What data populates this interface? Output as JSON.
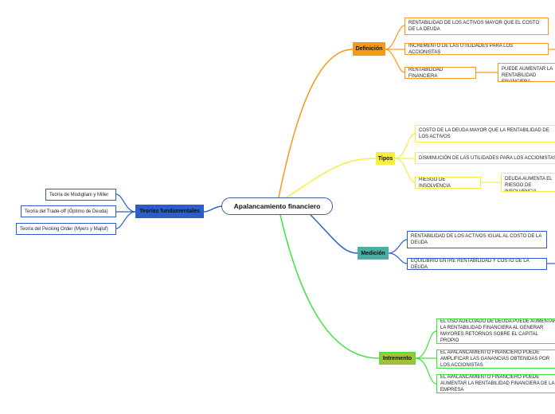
{
  "center": {
    "label": "Apalancamiento financiero"
  },
  "colors": {
    "orange": "#f39a1d",
    "yellow": "#f7ee43",
    "teal": "#47b0a2",
    "green": "#3de23d",
    "blue": "#2c5dc9",
    "olive": "#9ec336"
  },
  "branches": {
    "definicion": {
      "label": "Definición",
      "items": [
        "RENTABILIDAD DE LOS ACTIVOS MAYOR QUE EL COSTO DE LA DEUDA",
        "INCREMENTO DE LAS UTILIDADES PARA LOS ACCIONISTAS",
        "RENTABILIDAD FINANCIERA"
      ],
      "sub": "EL APALANCAMIENTO PUEDE AUMENTAR LA RENTABILIDAD FINANCIERA"
    },
    "tipos": {
      "label": "Tipos",
      "items": [
        "COSTO DE LA DEUDA MAYOR QUE LA RENTABILIDAD DE LOS ACTIVOS",
        "DISMINUCIÓN DE LAS UTILIDADES PARA LOS ACCIONISTAS",
        "RIESGO DE INSOLVENCIA"
      ],
      "sub": "UN USO EXCESIVO DE DEUDA AUMENTA EL RIESGO DE INSOLVENCIA"
    },
    "medicion": {
      "label": "Medición",
      "items": [
        "RENTABILIDAD DE LOS ACTIVOS IGUAL AL COSTO DE LA DEUDA",
        "EQUILIBRIO ENTRE RENTABILIDAD Y COSTO DE LA DEUDA"
      ]
    },
    "incremento": {
      "label": "Intremento",
      "items": [
        "EL USO ADECUADO DE DEUDA PUEDE AUMENTAR LA RENTABILIDAD FINANCIERA AL GENERAR MAYORES RETORNOS SOBRE EL CAPITAL PROPIO",
        "EL APALANCAMIENTO FINANCIERO PUEDE AMPLIFICAR LAS GANANCIAS OBTENIDAS POR LOS ACCIONISTAS",
        "EL APALANCAMIENTO FINANCIERO PUEDE AUMENTAR LA RENTABILIDAD FINANCIERA DE LA EMPRESA"
      ]
    },
    "teorias": {
      "label": "Teorías fundamentales",
      "items": [
        "Teoría de Modigliani y Miller",
        "Teoría del Trade-off (Óptimo de Deuda)",
        "Teoría del Pecking Order (Myers y Majluf)"
      ]
    }
  }
}
